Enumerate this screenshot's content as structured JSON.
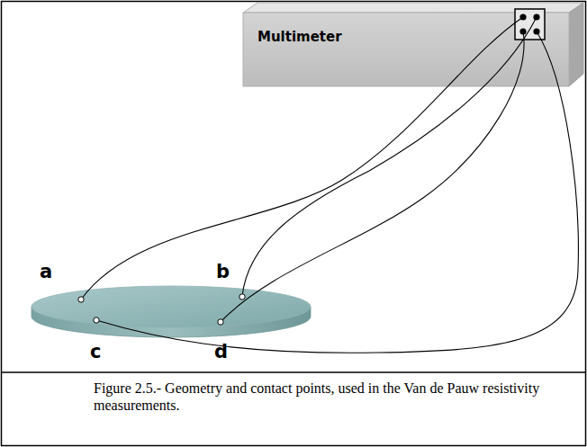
{
  "diagram": {
    "caption": "Figure 2.5.- Geometry and contact points, used in the Van de Pauw resistivity measurements.",
    "nodes": [
      {
        "text": [
          "Multimeter"
        ]
      }
    ],
    "labels": [
      "a",
      "b",
      "c",
      "d"
    ]
  }
}
